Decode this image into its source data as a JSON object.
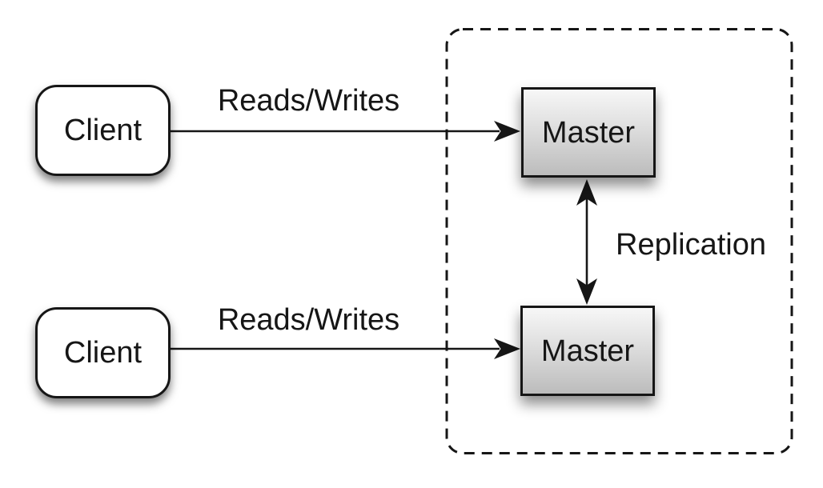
{
  "diagram": {
    "nodes": {
      "clients": [
        {
          "label": "Client"
        },
        {
          "label": "Client"
        }
      ],
      "masters": [
        {
          "label": "Master"
        },
        {
          "label": "Master"
        }
      ]
    },
    "edges": {
      "top_reads_writes": "Reads/Writes",
      "bottom_reads_writes": "Reads/Writes",
      "replication": "Replication"
    },
    "colors": {
      "background": "#ffffff",
      "stroke": "#161616",
      "text": "#161616",
      "client_fill": "#ffffff",
      "master_gradient_top": "#f7f7f7",
      "master_gradient_mid": "#e2e2e2",
      "master_gradient_bottom": "#bcbcbc"
    }
  }
}
